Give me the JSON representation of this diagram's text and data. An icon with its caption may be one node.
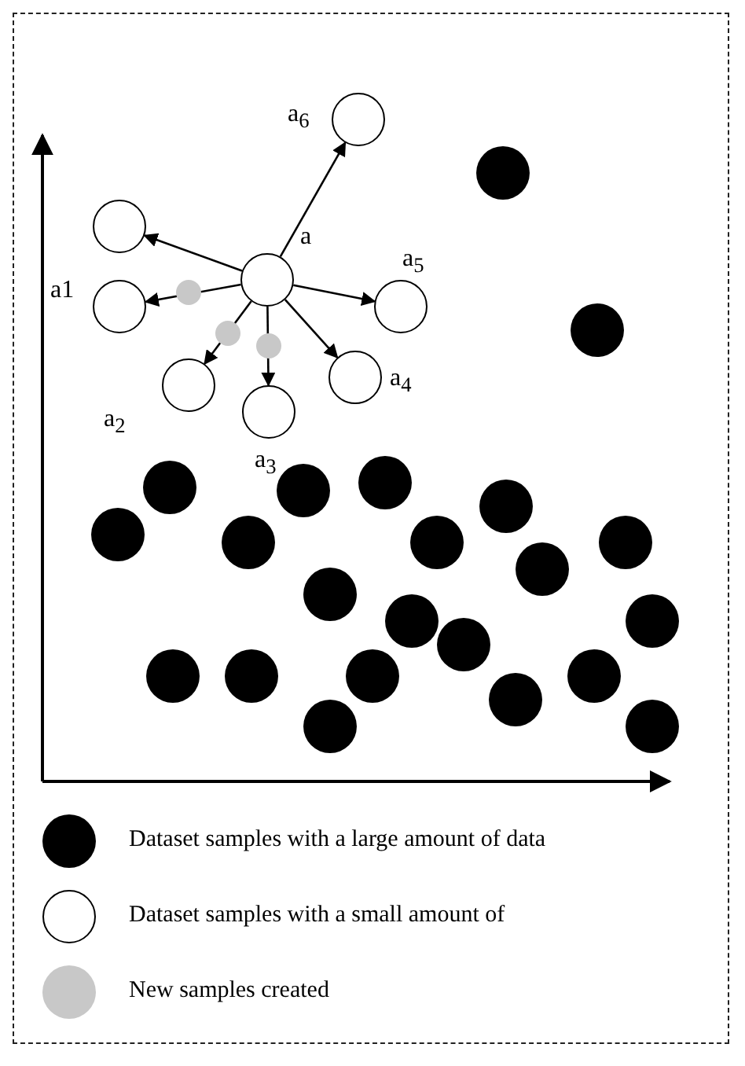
{
  "diagram": {
    "nodes": [
      {
        "text": [],
        "shape": "circle",
        "beside": [
          "a"
        ]
      },
      {
        "text": [],
        "shape": "circle",
        "beside": [
          "a1"
        ]
      },
      {
        "text": [],
        "shape": "circle",
        "beside": [
          "a$_{2}$"
        ]
      },
      {
        "text": [],
        "shape": "circle",
        "beside": [
          "a$_{3}$"
        ]
      },
      {
        "text": [],
        "shape": "circle",
        "beside": [
          "a$_{4}$"
        ]
      },
      {
        "text": [],
        "shape": "circle",
        "beside": [
          "a$_{5}$"
        ]
      },
      {
        "text": [],
        "shape": "circle",
        "beside": [
          "a$_{6}$"
        ]
      },
      {
        "text": [],
        "shape": "circle"
      }
    ],
    "edges": [
      {
        "from": 0,
        "to": 6,
        "arrow": "to"
      },
      {
        "from": 0,
        "to": 7,
        "arrow": "to"
      },
      {
        "from": 0,
        "to": 1,
        "arrow": "to"
      },
      {
        "from": 0,
        "to": 5,
        "arrow": "to"
      },
      {
        "from": 0,
        "to": 2,
        "arrow": "to"
      },
      {
        "from": 0,
        "to": 3,
        "arrow": "to"
      },
      {
        "from": 0,
        "to": 4,
        "arrow": "to"
      }
    ],
    "legend": [
      {
        "text": "Dataset samples with a large amount of data",
        "color": "#000000"
      },
      {
        "text": "Dataset samples with a small amount of"
      },
      {
        "text": "New samples created",
        "color": "#c8c8c8"
      }
    ]
  }
}
